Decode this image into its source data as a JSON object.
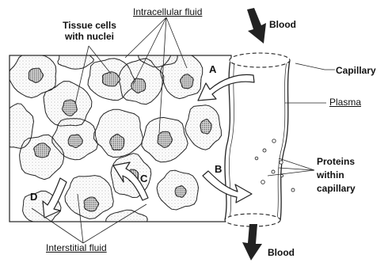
{
  "labels": {
    "tissue_cells": "Tissue cells\nwith nuclei",
    "intracellular_fluid": "Intracellular fluid",
    "blood_top": "Blood",
    "blood_bottom": "Blood",
    "capillary": "Capillary",
    "plasma": "Plasma",
    "proteins": "Proteins\nwithin\ncapillary",
    "interstitial_fluid": "Interstitial fluid"
  },
  "arrows": {
    "a": "A",
    "b": "B",
    "c": "C",
    "d": "D"
  },
  "colors": {
    "ink": "#222222",
    "arrow_fill": "#ffffff",
    "background": "#ffffff"
  }
}
